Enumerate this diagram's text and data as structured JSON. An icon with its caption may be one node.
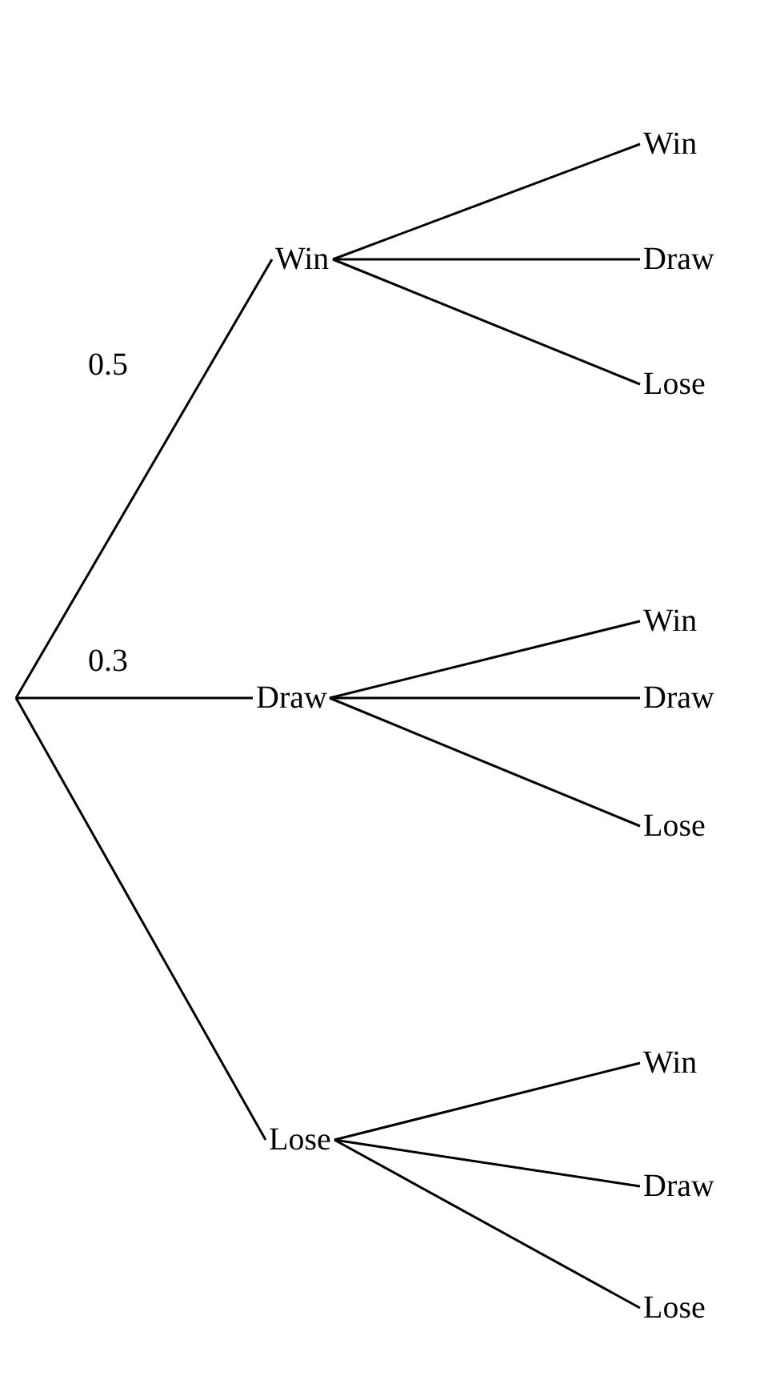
{
  "diagram": {
    "nodes": [
      {
        "text": [
          "Win"
        ]
      },
      {
        "text": [
          "Draw"
        ]
      },
      {
        "text": [
          "Lose"
        ]
      },
      {
        "text": [
          "Win"
        ]
      },
      {
        "text": [
          "Draw"
        ]
      },
      {
        "text": [
          "Lose"
        ]
      },
      {
        "text": [
          "Win"
        ]
      },
      {
        "text": [
          "Draw"
        ]
      },
      {
        "text": [
          "Lose"
        ]
      },
      {
        "text": [
          "Win"
        ]
      },
      {
        "text": [
          "Draw"
        ]
      },
      {
        "text": [
          "Lose"
        ]
      }
    ],
    "edges": [
      {
        "from": null,
        "to": 0,
        "arrow": "none",
        "label": "0.5"
      },
      {
        "from": null,
        "to": 1,
        "arrow": "none",
        "label": "0.3"
      },
      {
        "from": null,
        "to": 2,
        "arrow": "none"
      },
      {
        "from": 0,
        "to": 3,
        "arrow": "none"
      },
      {
        "from": 0,
        "to": 4,
        "arrow": "none"
      },
      {
        "from": 0,
        "to": 5,
        "arrow": "none"
      },
      {
        "from": 1,
        "to": 6,
        "arrow": "none"
      },
      {
        "from": 1,
        "to": 7,
        "arrow": "none"
      },
      {
        "from": 1,
        "to": 8,
        "arrow": "none"
      },
      {
        "from": 2,
        "to": 9,
        "arrow": "none"
      },
      {
        "from": 2,
        "to": 10,
        "arrow": "none"
      },
      {
        "from": 2,
        "to": 11,
        "arrow": "none"
      }
    ]
  }
}
